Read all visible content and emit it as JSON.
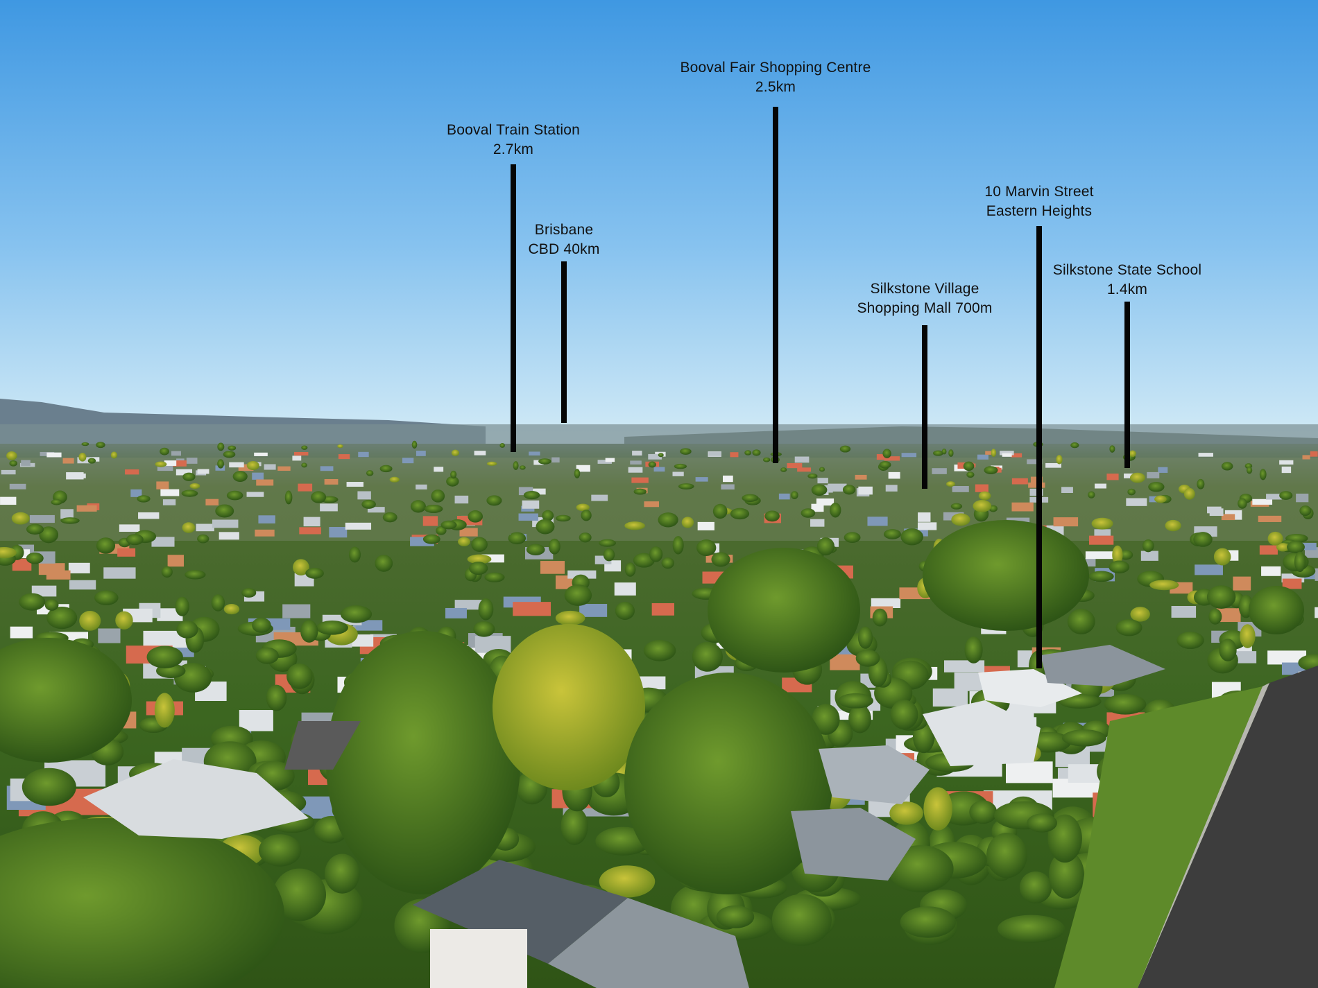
{
  "callouts": [
    {
      "id": "train",
      "line1": "Booval Train Station",
      "line2": "2.7km"
    },
    {
      "id": "cbd",
      "line1": "Brisbane",
      "line2": "CBD 40km"
    },
    {
      "id": "booval",
      "line1": "Booval Fair Shopping Centre",
      "line2": "2.5km"
    },
    {
      "id": "marvin",
      "line1": "10 Marvin Street",
      "line2": "Eastern Heights"
    },
    {
      "id": "village",
      "line1": "Silkstone Village",
      "line2": "Shopping Mall 700m"
    },
    {
      "id": "school",
      "line1": "Silkstone State School",
      "line2": "1.4km"
    }
  ],
  "colors": {
    "sky_top": "#4a9fe4",
    "sky_horizon": "#d6ecf6",
    "foliage": "#3f6e1c",
    "roof": "#d9dde0",
    "road": "#3b3b3b",
    "callout_line": "#050505"
  }
}
